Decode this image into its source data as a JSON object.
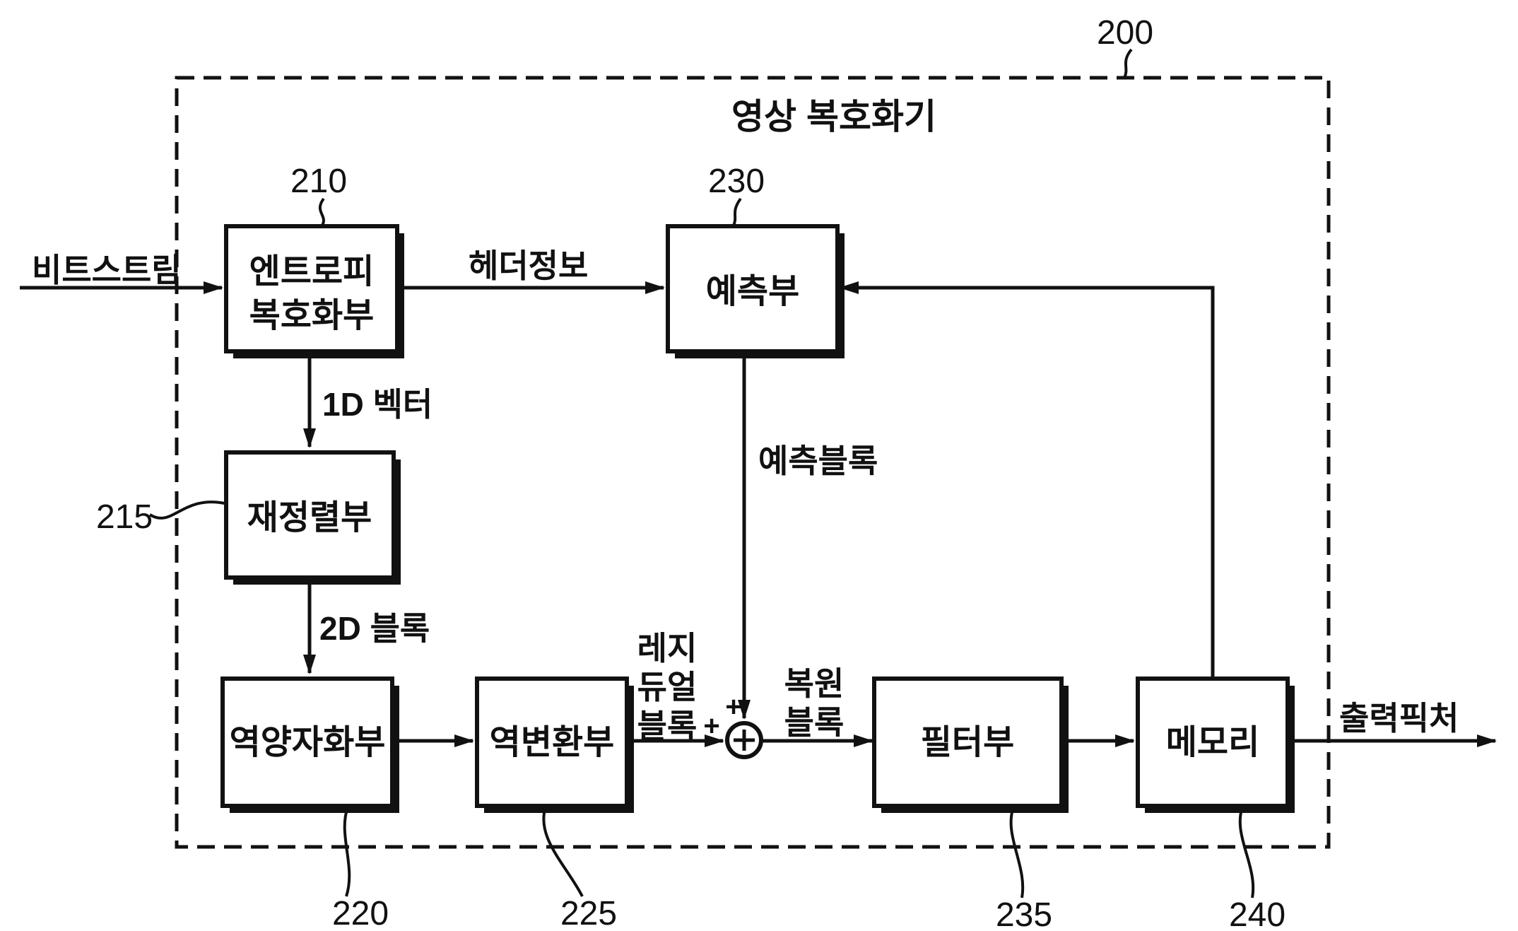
{
  "figure": {
    "system_ref": "200",
    "title": "영상 복호화기",
    "input_label": "비트스트림",
    "output_label": "출력픽처"
  },
  "blocks": {
    "entropy": {
      "line1": "엔트로피",
      "line2": "복호화부",
      "ref": "210"
    },
    "rearrange": {
      "label": "재정렬부",
      "ref": "215"
    },
    "dequant": {
      "label": "역양자화부",
      "ref": "220"
    },
    "invtransform": {
      "label": "역변환부",
      "ref": "225"
    },
    "prediction": {
      "label": "예측부",
      "ref": "230"
    },
    "filter": {
      "label": "필터부",
      "ref": "235"
    },
    "memory": {
      "label": "메모리",
      "ref": "240"
    }
  },
  "signals": {
    "header_info": "헤더정보",
    "vector_1d": "1D 벡터",
    "block_2d": "2D 블록",
    "residual_line1": "레지",
    "residual_line2": "듀얼",
    "residual_line3": "블록",
    "prediction_block": "예측블록",
    "restored_line1": "복원",
    "restored_line2": "블록",
    "plus_top": "+",
    "plus_left": "+"
  },
  "colors": {
    "ink": "#111111",
    "background": "#ffffff"
  }
}
